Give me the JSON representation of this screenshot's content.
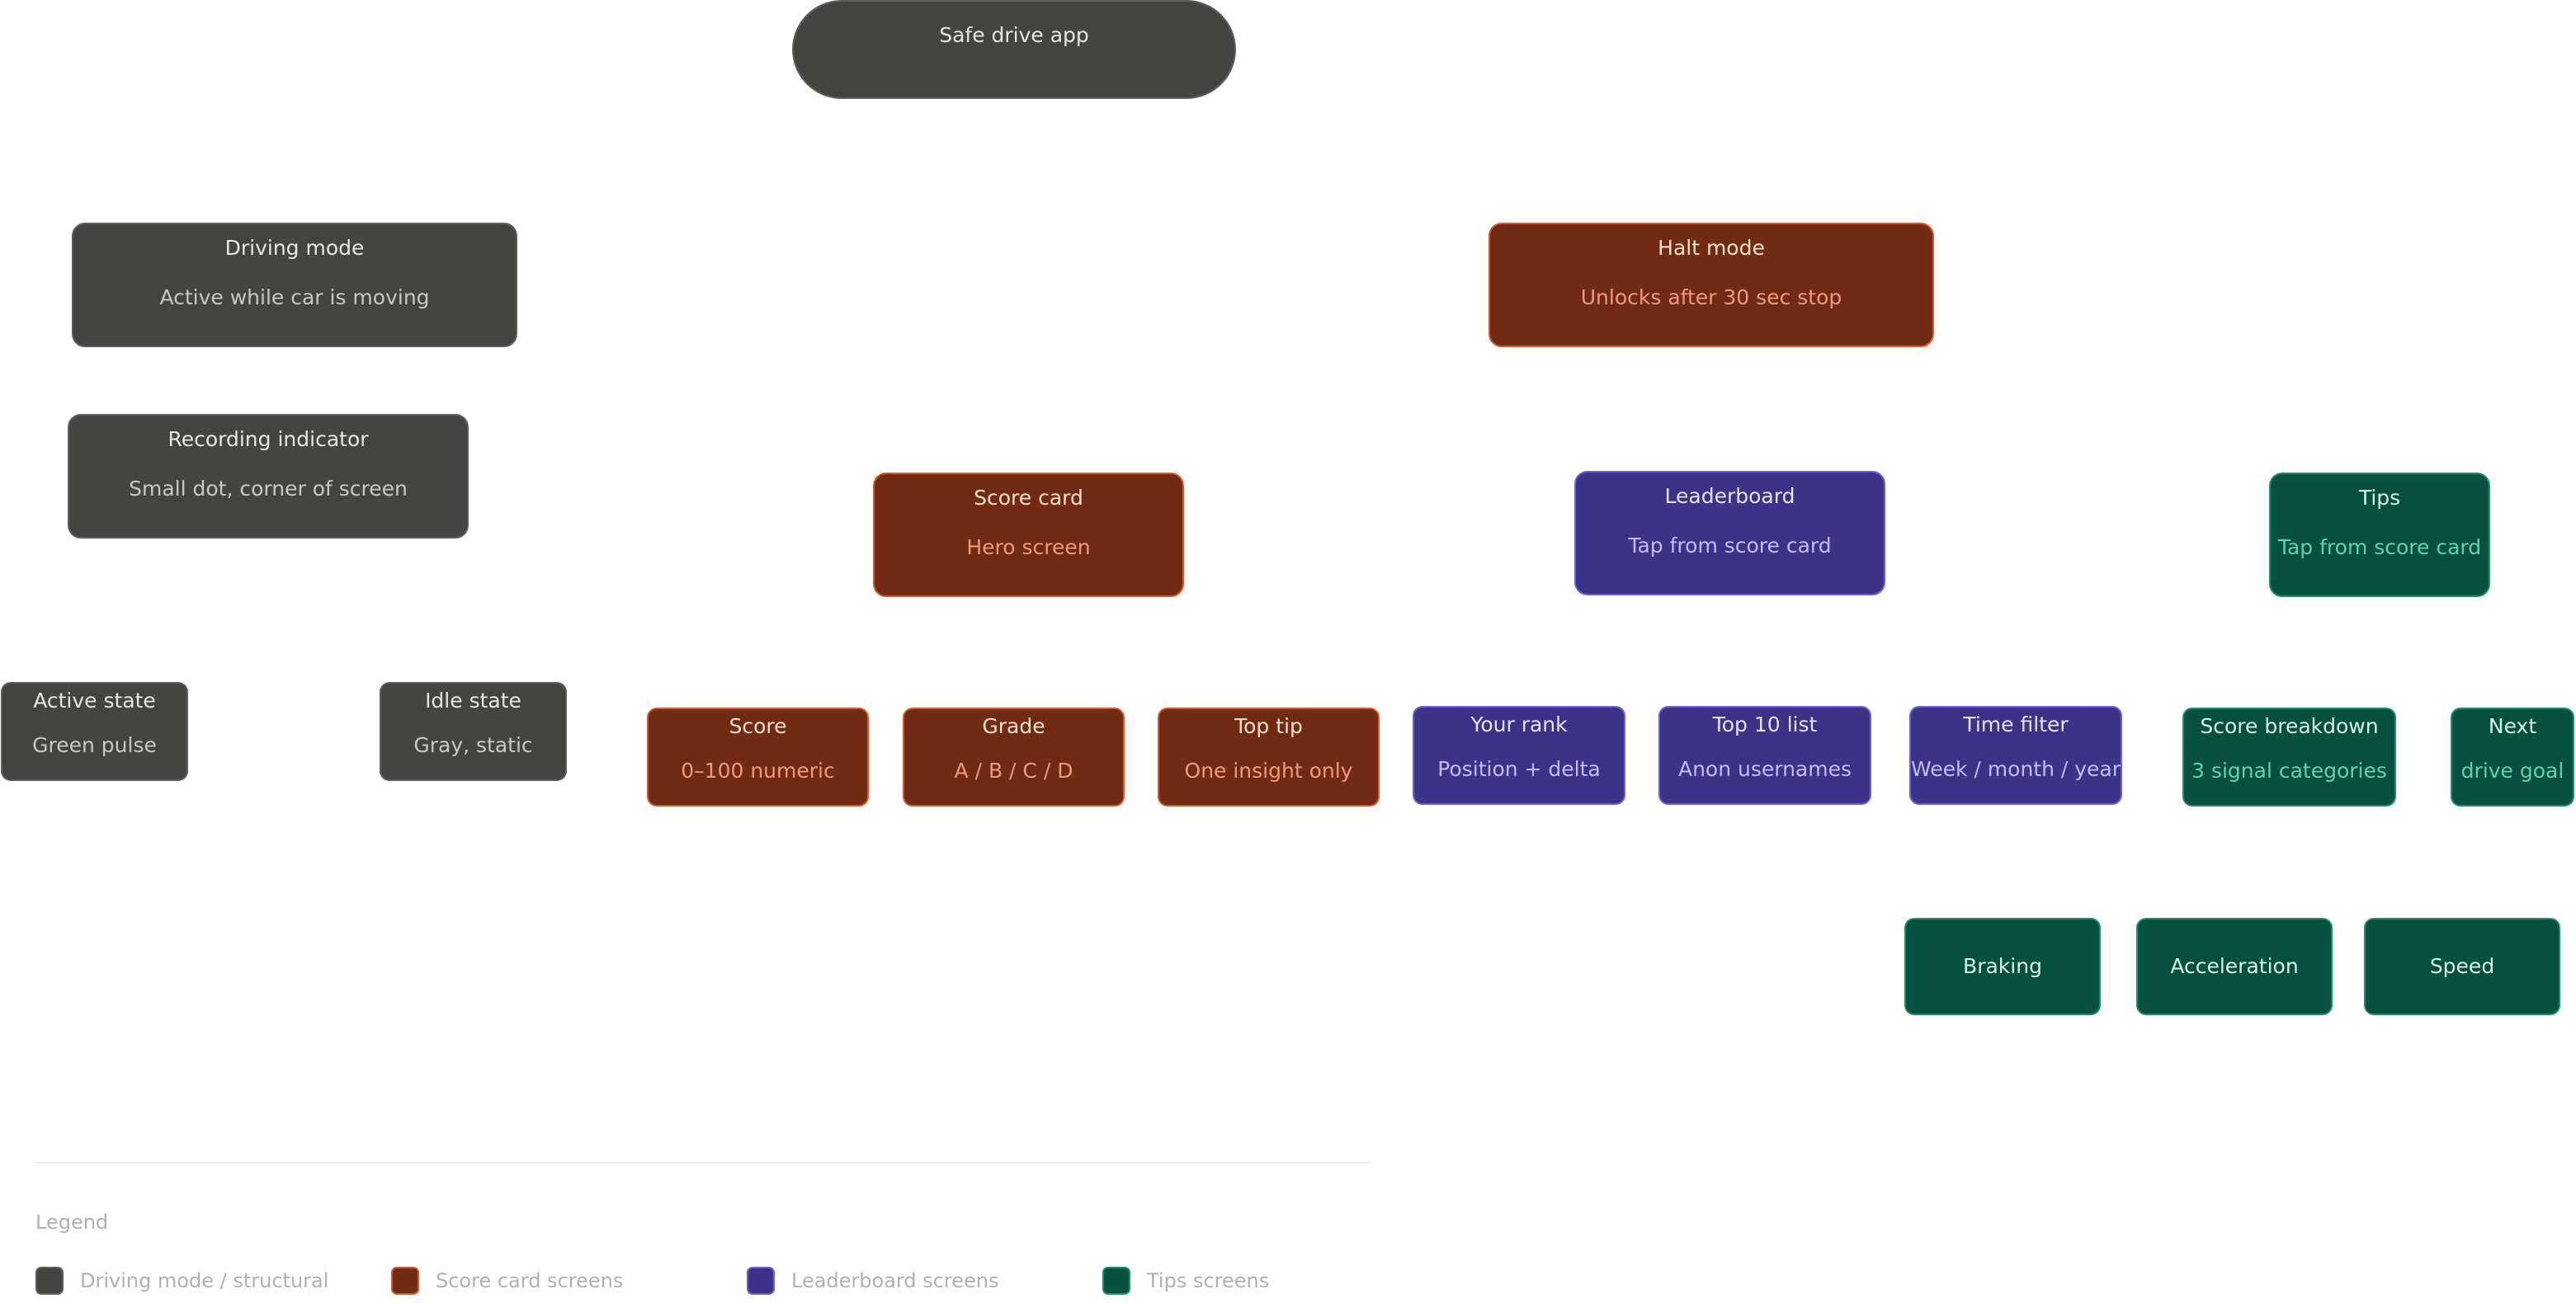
{
  "colors": {
    "structural": "#444442",
    "score_card": "#712b13",
    "leaderboard": "#3c3389",
    "tips": "#07503e"
  },
  "root": {
    "title": "Safe drive app"
  },
  "driving_mode": {
    "title": "Driving mode",
    "subtitle": "Active while car is moving"
  },
  "recording_indicator": {
    "title": "Recording indicator",
    "subtitle": "Small dot, corner of screen"
  },
  "active_state": {
    "title": "Active state",
    "subtitle": "Green pulse"
  },
  "idle_state": {
    "title": "Idle state",
    "subtitle": "Gray, static"
  },
  "halt_mode": {
    "title": "Halt mode",
    "subtitle": "Unlocks after 30 sec stop"
  },
  "score_card": {
    "title": "Score card",
    "subtitle": "Hero screen"
  },
  "score": {
    "title": "Score",
    "subtitle": "0–100 numeric"
  },
  "grade": {
    "title": "Grade",
    "subtitle": "A / B / C / D"
  },
  "top_tip": {
    "title": "Top tip",
    "subtitle": "One insight only"
  },
  "leaderboard": {
    "title": "Leaderboard",
    "subtitle": "Tap from score card"
  },
  "your_rank": {
    "title": "Your rank",
    "subtitle": "Position + delta"
  },
  "top10_list": {
    "title": "Top 10 list",
    "subtitle": "Anon usernames"
  },
  "time_filter": {
    "title": "Time filter",
    "subtitle": "Week / month / year"
  },
  "tips": {
    "title": "Tips",
    "subtitle": "Tap from score card"
  },
  "score_breakdown": {
    "title": "Score breakdown",
    "subtitle": "3 signal categories"
  },
  "next_drive_goal": {
    "title": "Next",
    "subtitle": "drive goal"
  },
  "braking": {
    "title": "Braking"
  },
  "acceleration": {
    "title": "Acceleration"
  },
  "speed": {
    "title": "Speed"
  },
  "legend": {
    "title": "Legend",
    "items": [
      {
        "label": "Driving mode / structural"
      },
      {
        "label": "Score card screens"
      },
      {
        "label": "Leaderboard screens"
      },
      {
        "label": "Tips screens"
      }
    ]
  }
}
